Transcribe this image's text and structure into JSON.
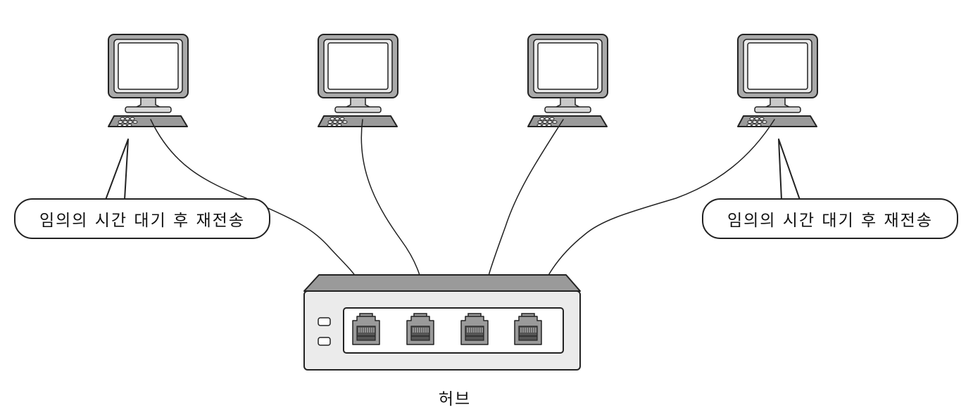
{
  "diagram": {
    "hub": {
      "label": "허브",
      "ports": 4,
      "leds": 2
    },
    "computers": [
      {
        "id": 1,
        "connected_port": 1
      },
      {
        "id": 2,
        "connected_port": 2
      },
      {
        "id": 3,
        "connected_port": 3
      },
      {
        "id": 4,
        "connected_port": 4
      }
    ],
    "callouts": [
      {
        "text": "임의의 시간 대기 후 재전송",
        "attached_to": "computer-1"
      },
      {
        "text": "임의의 시간 대기 후 재전송",
        "attached_to": "computer-4"
      }
    ],
    "colors": {
      "outline": "#222222",
      "device_fill": "#ebebeb",
      "accent_gray": "#9a9a9a",
      "screen_fill": "#ffffff"
    }
  }
}
